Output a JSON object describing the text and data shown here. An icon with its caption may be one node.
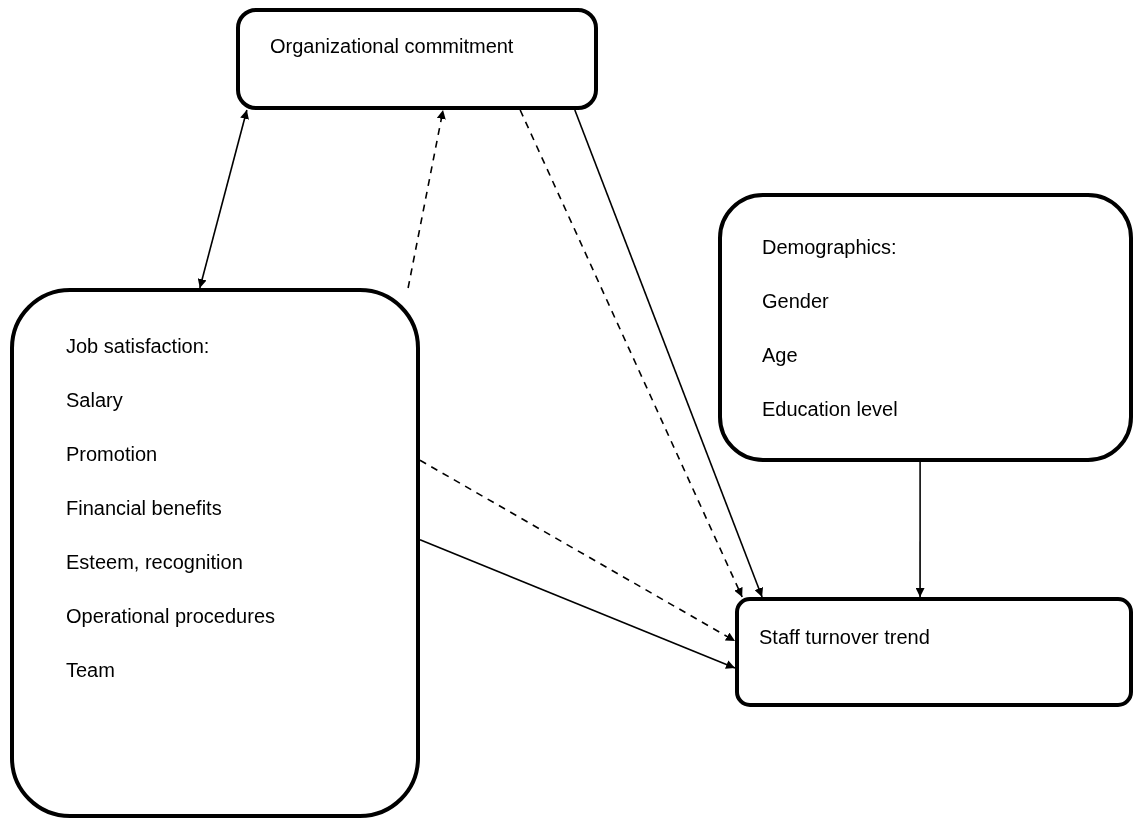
{
  "diagram": {
    "nodes": [
      {
        "text": [
          "Organizational commitment"
        ]
      },
      {
        "text": [
          "Job satisfaction:",
          "Salary",
          "Promotion",
          "Financial benefits",
          "Esteem, recognition",
          "Operational procedures",
          "Team"
        ]
      },
      {
        "text": [
          "Demographics:",
          "Gender",
          "Age",
          "Education level"
        ]
      },
      {
        "text": [
          "Staff turnover trend"
        ]
      }
    ],
    "edges": [
      {
        "from": 1,
        "to": 0,
        "arrow": "both"
      },
      {
        "from": 1,
        "to": 0,
        "arrow": "to",
        "style": "dashed"
      },
      {
        "from": 0,
        "to": 3,
        "arrow": "to",
        "style": "dashed"
      },
      {
        "from": 0,
        "to": 3,
        "arrow": "to"
      },
      {
        "from": 1,
        "to": 3,
        "arrow": "to",
        "style": "dashed"
      },
      {
        "from": 1,
        "to": 3,
        "arrow": "to"
      },
      {
        "from": 2,
        "to": 3,
        "arrow": "to"
      }
    ]
  }
}
